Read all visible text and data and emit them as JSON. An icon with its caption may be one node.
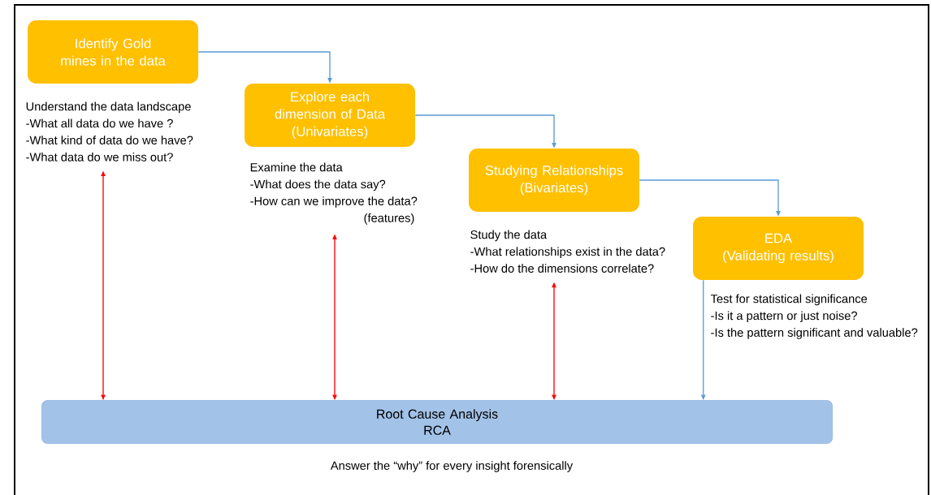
{
  "diagram": {
    "nodes": [
      {
        "text": [
          "Identify Gold mines in the data"
        ]
      },
      {
        "text": [
          "Explore each dimension of Data",
          "(Univariates)"
        ]
      },
      {
        "text": [
          "Studying Relationships",
          "(Bivariates)"
        ]
      },
      {
        "text": [
          "EDA",
          "(Validating results)"
        ]
      },
      {
        "text": [
          "Root Cause Analysis",
          "RCA"
        ],
        "beside": [
          "Answer the  “why” for every insight forensically"
        ]
      },
      {
        "text": [
          "Understand the data landscape",
          "-What all data do we have ?",
          "-What kind of data do we have?",
          "-What data do we miss out?"
        ]
      },
      {
        "text": [
          "Examine the data",
          "-What does the data say?",
          "-How can we improve the data?",
          "(features)"
        ]
      },
      {
        "text": [
          "Study the data",
          "-What relationships exist in the data?",
          "-How do the dimensions correlate?"
        ]
      },
      {
        "text": [
          "Test for statistical significance",
          "-Is it a pattern or just noise?",
          "-Is the pattern significant and valuable?"
        ]
      }
    ],
    "edges": [
      {
        "from": 0,
        "to": 1,
        "arrow": "to",
        "color": "#5b9bd5"
      },
      {
        "from": 1,
        "to": 2,
        "arrow": "to",
        "color": "#5b9bd5"
      },
      {
        "from": 2,
        "to": 3,
        "arrow": "to",
        "color": "#5b9bd5"
      },
      {
        "from": 3,
        "to": 4,
        "arrow": "to",
        "color": "#5b9bd5"
      },
      {
        "from": 5,
        "to": 4,
        "arrow": "both",
        "color": "#ff0000"
      },
      {
        "from": 6,
        "to": 4,
        "arrow": "both",
        "color": "#ff0000"
      },
      {
        "from": 7,
        "to": 4,
        "arrow": "both",
        "color": "#ff0000"
      }
    ]
  }
}
